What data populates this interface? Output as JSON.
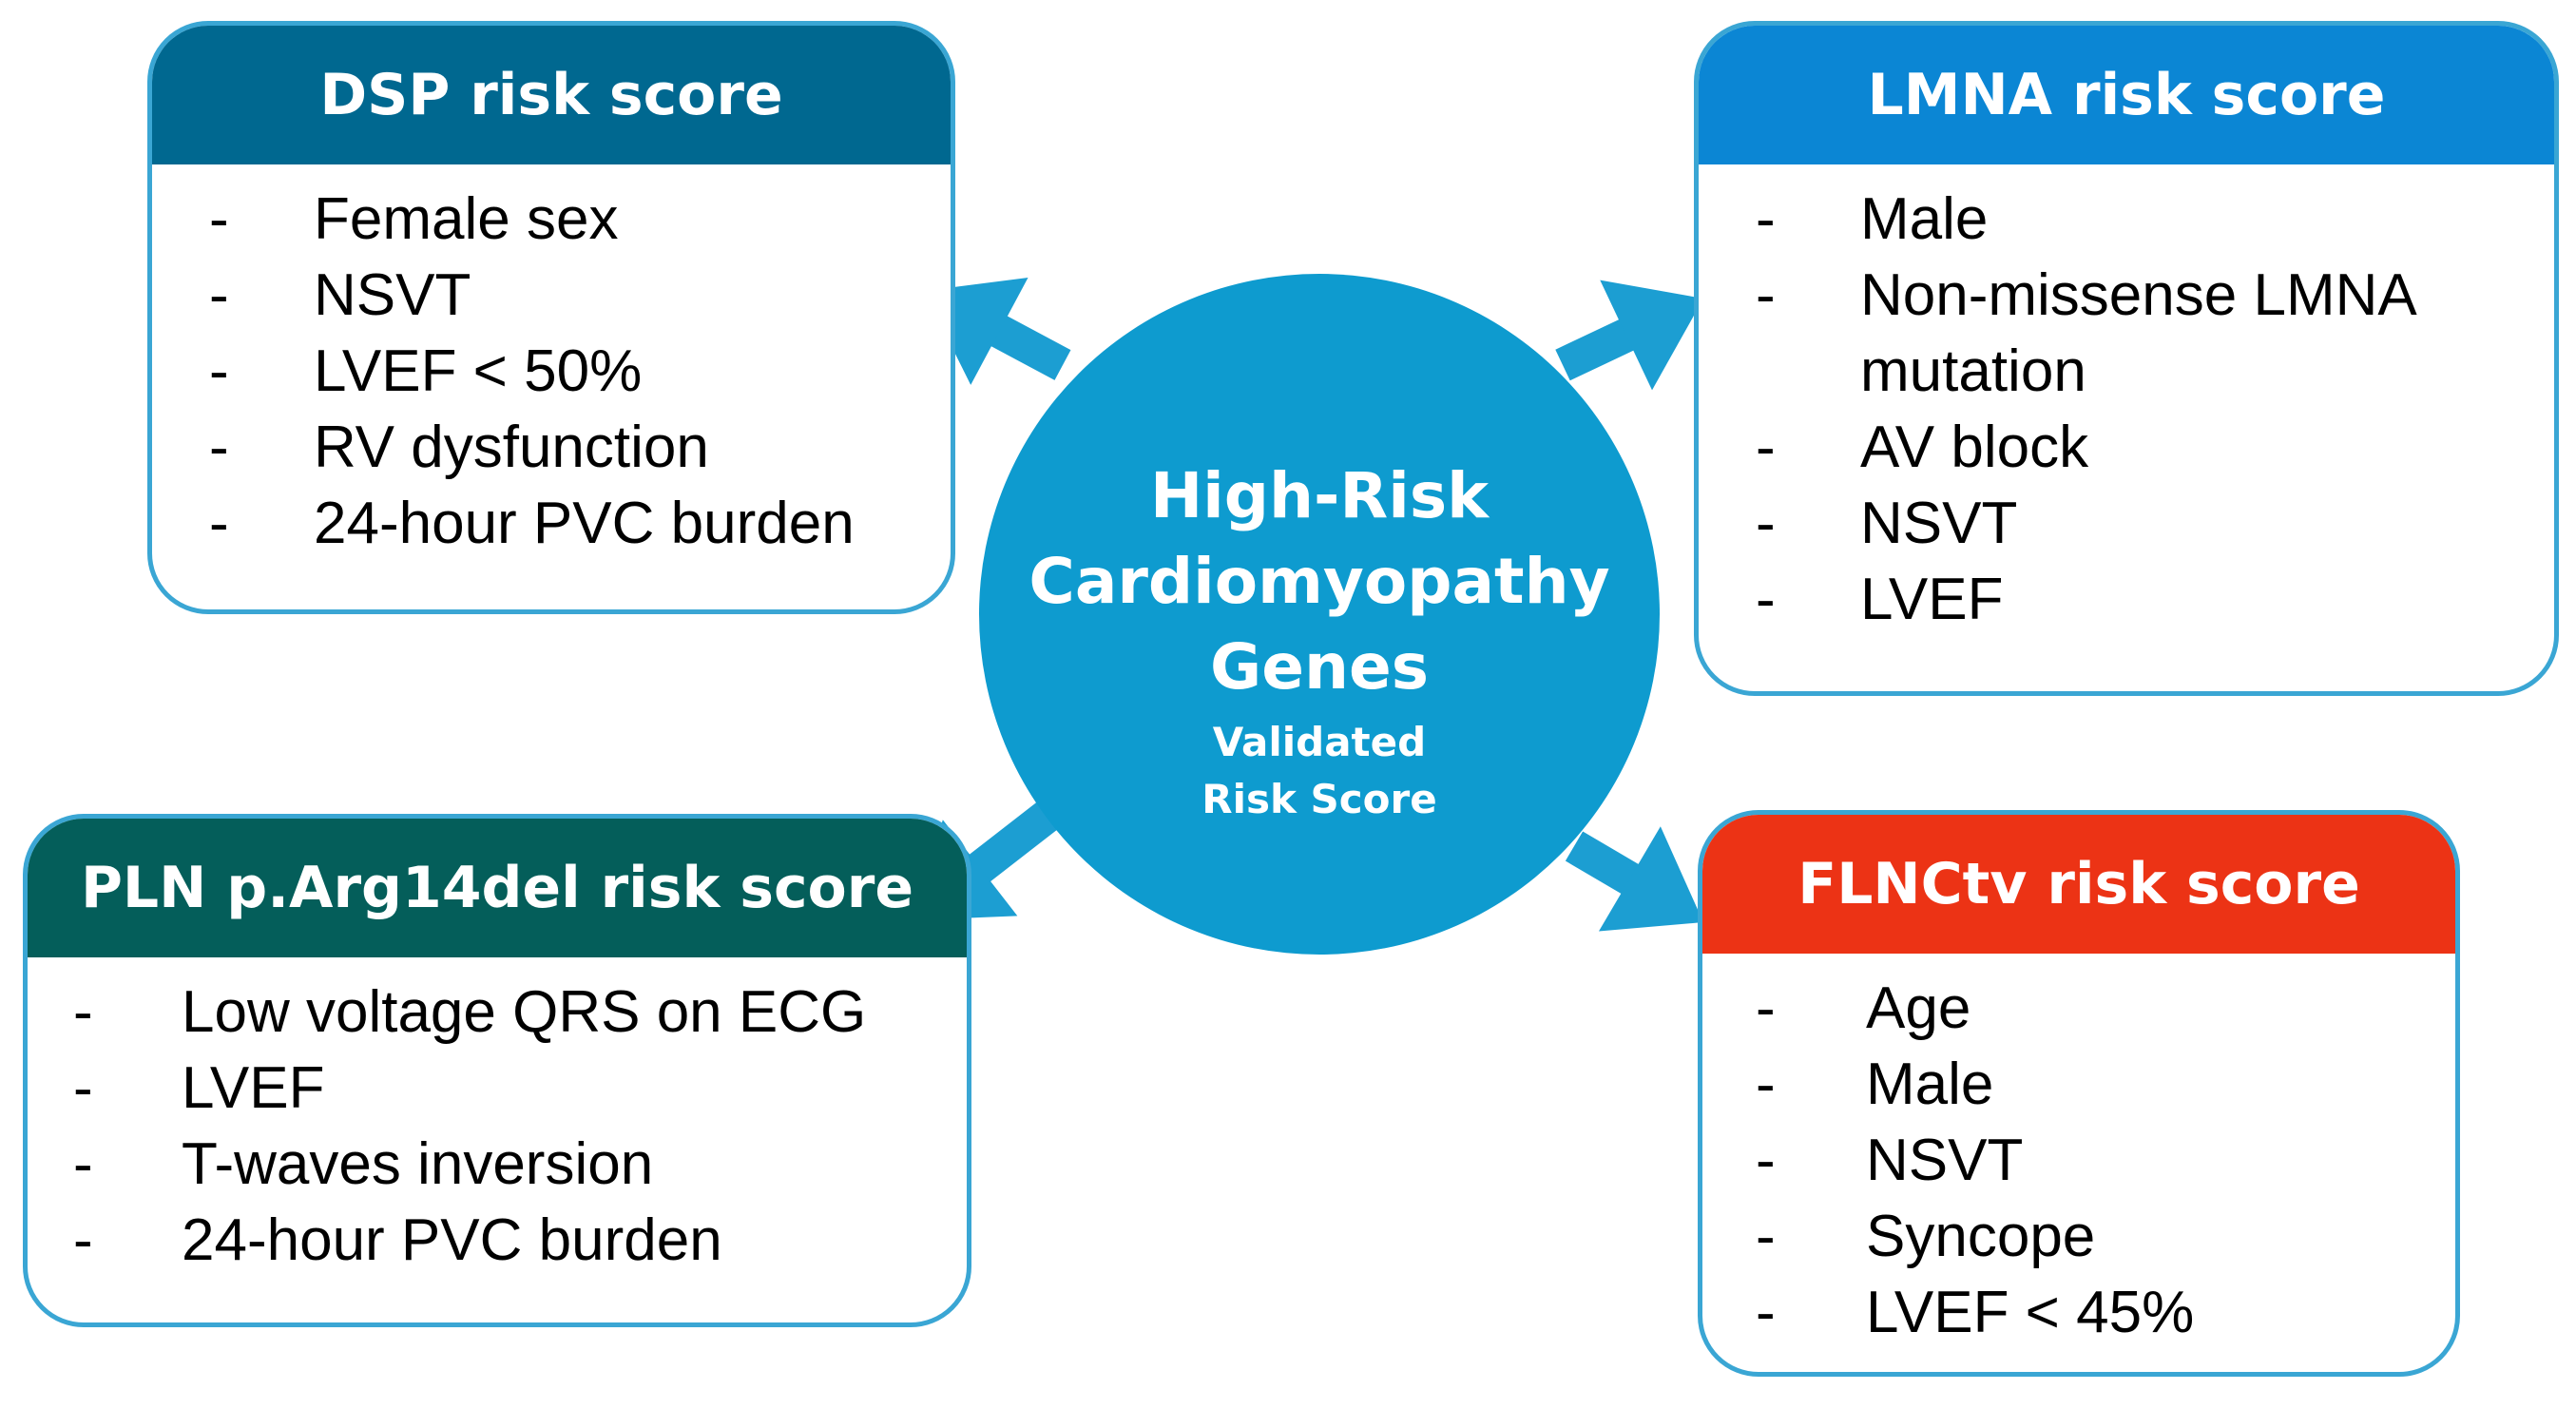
{
  "colors": {
    "card_border": "#3aa6d4",
    "hub_fill": "#0e9bcf",
    "arrow": "#1c9ed2",
    "dsp_header": "#006890",
    "lmna_header": "#0b86d4",
    "pln_header": "#045e5a",
    "flnc_header": "#ec3315"
  },
  "hub": {
    "title_lines": [
      "High-Risk",
      "Cardiomyopathy",
      "Genes"
    ],
    "subtitle_lines": [
      "Validated",
      "Risk Score"
    ]
  },
  "cards": {
    "dsp": {
      "title": "DSP risk score",
      "items": [
        "Female sex",
        "NSVT",
        "LVEF < 50%",
        "RV dysfunction",
        "24-hour PVC burden"
      ]
    },
    "lmna": {
      "title": "LMNA risk score",
      "items": [
        "Male",
        "Non-missense LMNA mutation",
        "AV block",
        "NSVT",
        "LVEF"
      ]
    },
    "pln": {
      "title": "PLN p.Arg14del risk score",
      "items": [
        "Low voltage QRS on ECG",
        "LVEF",
        "T-waves inversion",
        "24-hour PVC burden"
      ]
    },
    "flnc": {
      "title": "FLNCtv risk score",
      "items": [
        "Age",
        "Male",
        "NSVT",
        "Syncope",
        "LVEF < 45%"
      ]
    }
  },
  "list_marker": "-"
}
